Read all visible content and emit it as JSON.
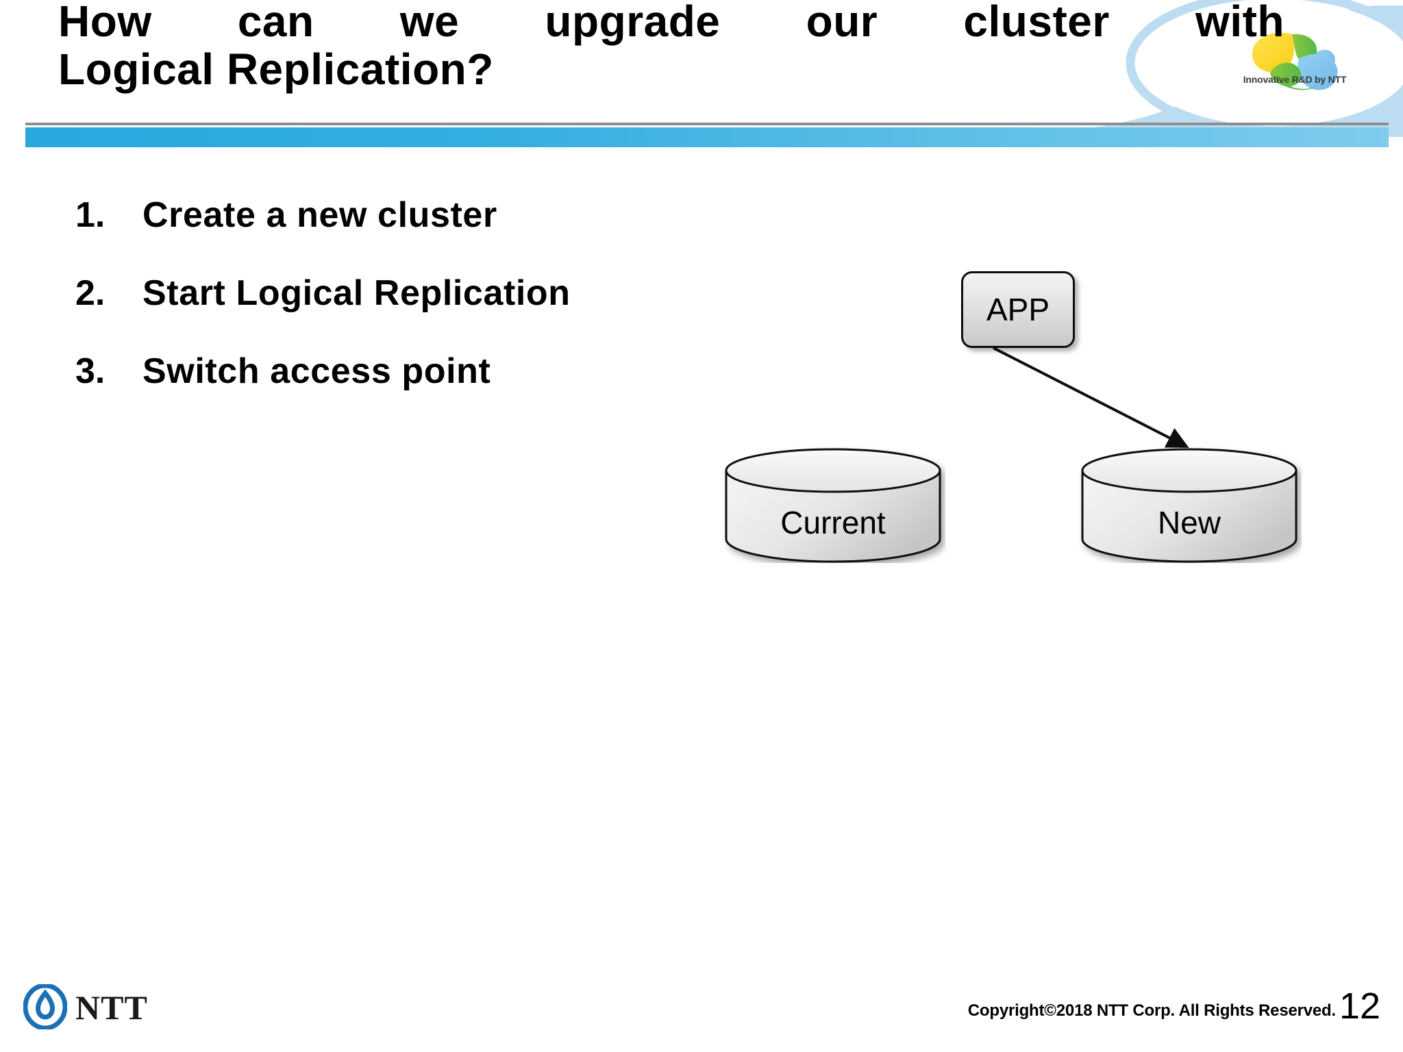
{
  "slide": {
    "title_line1": "How can we upgrade our cluster with",
    "title_line2": "Logical Replication?",
    "accent_color": "#35aee0",
    "swoosh_color": "#bcdcf1"
  },
  "brand": {
    "tagline": "Innovative R&D by NTT",
    "logo_name": "ntt-rd-swirl-logo"
  },
  "steps": [
    {
      "number": "1.",
      "text": "Create a new cluster"
    },
    {
      "number": "2.",
      "text": "Start Logical Replication"
    },
    {
      "number": "3.",
      "text": "Switch access point"
    }
  ],
  "diagram": {
    "app_label": "APP",
    "current_db_label": "Current",
    "new_db_label": "New",
    "arrow_name": "app-to-new-arrow"
  },
  "footer": {
    "logo_text": "NTT",
    "logo_mark_name": "ntt-circle-logo",
    "copyright": "Copyright©2018 NTT Corp. All Rights Reserved.",
    "page_number": "12"
  }
}
